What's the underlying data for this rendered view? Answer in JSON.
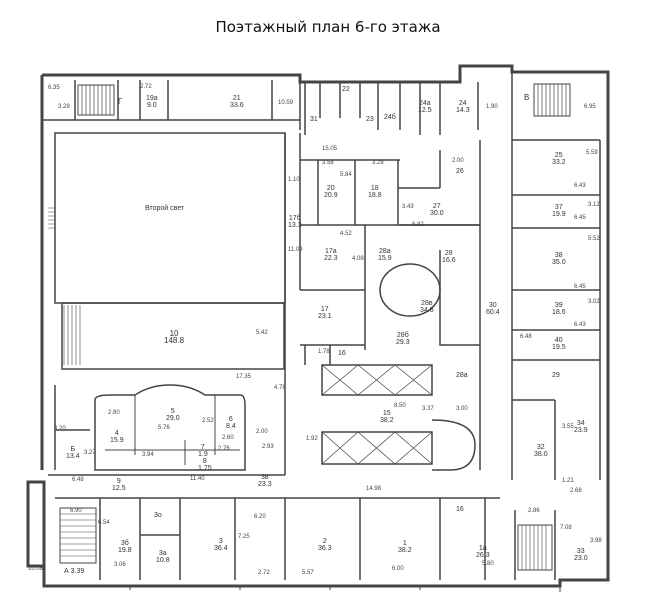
{
  "title": "Поэтажный план 6-го этажа",
  "hall_label": "Второй свет",
  "rooms": [
    {
      "n": "Г",
      "a": ""
    },
    {
      "n": "19а",
      "a": "9.0"
    },
    {
      "n": "21",
      "a": "33.6"
    },
    {
      "n": "22",
      "a": ""
    },
    {
      "n": "24а",
      "a": "12.5"
    },
    {
      "n": "24",
      "a": "14.3"
    },
    {
      "n": "24б",
      "a": ""
    },
    {
      "n": "В",
      "a": ""
    },
    {
      "n": "20",
      "a": "20.9"
    },
    {
      "n": "18",
      "a": "18.8"
    },
    {
      "n": "27",
      "a": "30.0"
    },
    {
      "n": "26",
      "a": ""
    },
    {
      "n": "25",
      "a": "33.2"
    },
    {
      "n": "37",
      "a": "19.9"
    },
    {
      "n": "17б",
      "a": "13.3"
    },
    {
      "n": "17а",
      "a": "22.3"
    },
    {
      "n": "28а",
      "a": "15.9"
    },
    {
      "n": "28",
      "a": "16.6"
    },
    {
      "n": "38",
      "a": "35.0"
    },
    {
      "n": "17",
      "a": "23.1"
    },
    {
      "n": "28в",
      "a": "34.8"
    },
    {
      "n": "30",
      "a": "60.4"
    },
    {
      "n": "39",
      "a": "18.6"
    },
    {
      "n": "10",
      "a": "148.8"
    },
    {
      "n": "16",
      "a": ""
    },
    {
      "n": "28б",
      "a": "29.3"
    },
    {
      "n": "40",
      "a": "19.5"
    },
    {
      "n": "29",
      "a": ""
    },
    {
      "n": "5",
      "a": "29.0"
    },
    {
      "n": "4",
      "a": "15.9"
    },
    {
      "n": "6",
      "a": "8.4"
    },
    {
      "n": "15",
      "a": "38.2"
    },
    {
      "n": "7",
      "a": "1.9"
    },
    {
      "n": "8",
      "a": "1.75"
    },
    {
      "n": "32",
      "a": "38.0"
    },
    {
      "n": "34",
      "a": "23.9"
    },
    {
      "n": "Б",
      "a": "13.4"
    },
    {
      "n": "9",
      "a": "12.5"
    },
    {
      "n": "3в",
      "a": "23.3"
    },
    {
      "n": "3б",
      "a": "19.8"
    },
    {
      "n": "3а",
      "a": "10.8"
    },
    {
      "n": "3",
      "a": "36.4"
    },
    {
      "n": "2",
      "a": "36.3"
    },
    {
      "n": "1",
      "a": "38.2"
    },
    {
      "n": "1а",
      "a": "26.3"
    },
    {
      "n": "33",
      "a": "23.0"
    },
    {
      "n": "А",
      "a": "3.39"
    },
    {
      "n": "3о",
      "a": ""
    },
    {
      "n": "31",
      "a": ""
    },
    {
      "n": "23",
      "a": ""
    },
    {
      "n": "28а",
      "a": ""
    },
    {
      "n": "16",
      "a": ""
    }
  ],
  "dims": [
    "2.72",
    "6.35",
    "3.28",
    "10.59",
    "1.90",
    "6.95",
    "15.05",
    "3.58",
    "3.28",
    "2.00",
    "5.84",
    "5.59",
    "1.10",
    "6.43",
    "3.12",
    "6.45",
    "4.52",
    "6.82",
    "3.43",
    "11.09",
    "4.08",
    "5.52",
    "6.45",
    "3.02",
    "5.42",
    "6.43",
    "6.48",
    "17.35",
    "4.78",
    "1.78",
    "8.50",
    "3.37",
    "3.00",
    "2.80",
    "5.76",
    "2.52",
    "3.20",
    "2.00",
    "2.60",
    "3.94",
    "2.76",
    "3.27",
    "3.55",
    "6.48",
    "11.40",
    "14.98",
    "1.21",
    "2.68",
    "6.54",
    "6.90",
    "2.86",
    "7.08",
    "3.98",
    "2.72",
    "5.57",
    "6.00",
    "5.80",
    "3.06",
    "10.08",
    "6.20",
    "7.25",
    "1.92",
    "2.93"
  ]
}
